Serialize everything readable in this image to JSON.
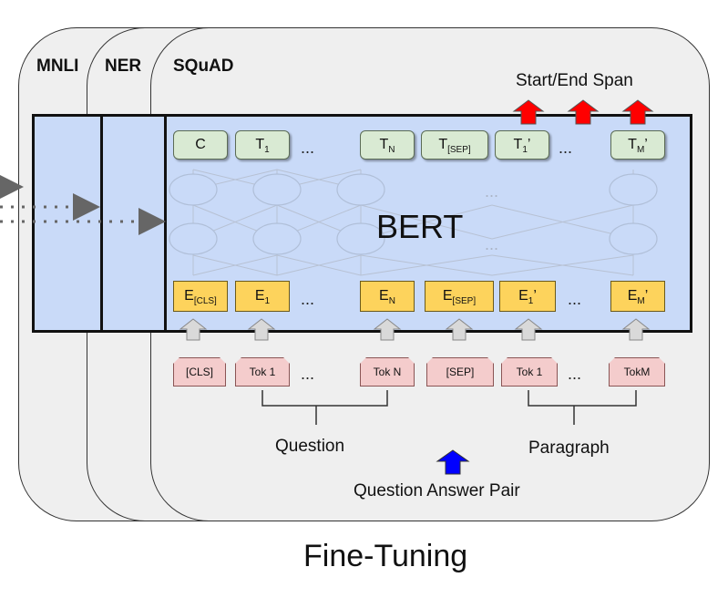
{
  "cards": [
    "MNLI",
    "NER",
    "SQuAD"
  ],
  "title": "Fine-Tuning",
  "model_label": "BERT",
  "output_label": "Start/End Span",
  "input_label": "Question Answer Pair",
  "group_labels": {
    "question": "Question",
    "paragraph": "Paragraph"
  },
  "outputs": [
    {
      "main": "C",
      "sub": ""
    },
    {
      "main": "T",
      "sub": "1"
    },
    {
      "main": "T",
      "sub": "N"
    },
    {
      "main": "T",
      "sub": "[SEP]"
    },
    {
      "main": "T",
      "sub": "1",
      "prime": "’"
    },
    {
      "main": "T",
      "sub": "M",
      "prime": "’"
    }
  ],
  "embeddings": [
    {
      "main": "E",
      "sub": "[CLS]"
    },
    {
      "main": "E",
      "sub": "1"
    },
    {
      "main": "E",
      "sub": "N"
    },
    {
      "main": "E",
      "sub": "[SEP]"
    },
    {
      "main": "E",
      "sub": "1",
      "prime": "’"
    },
    {
      "main": "E",
      "sub": "M",
      "prime": "’"
    }
  ],
  "tokens": [
    "[CLS]",
    "Tok 1",
    "Tok N",
    "[SEP]",
    "Tok 1",
    "TokM"
  ],
  "ellipsis": "...",
  "colors": {
    "card_bg": "#efefef",
    "bert_bg": "#c9daf8",
    "output_token": "#d9ead3",
    "embedding": "#fdd35c",
    "input_token": "#f4cccc",
    "span_arrow": "#ff0000",
    "input_arrow": "#0000ff",
    "gray_arrow": "#cccccc"
  }
}
